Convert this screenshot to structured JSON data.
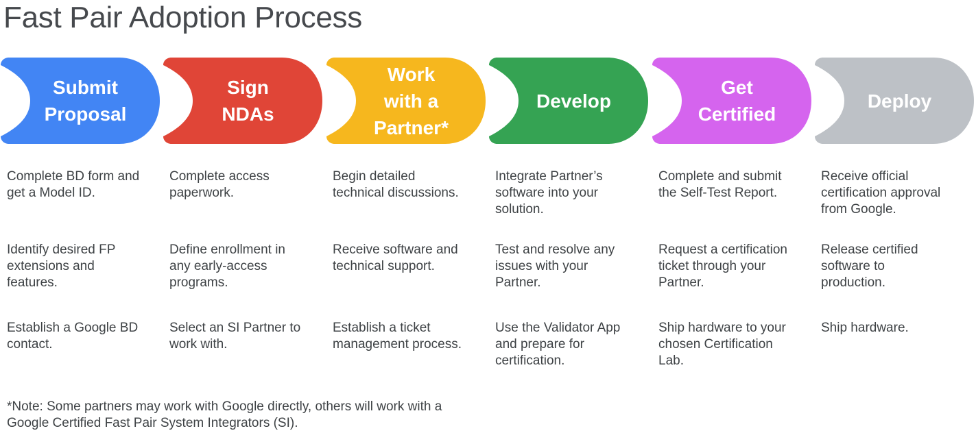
{
  "title": "Fast Pair Adoption Process",
  "colors": {
    "background": "#FFFFFF",
    "title_text": "#46494D",
    "body_text": "#3E4245",
    "pill_label_text": "#FFFFFF",
    "step_blue": "#4285F4",
    "step_red": "#E04537",
    "step_yellow": "#F6B71E",
    "step_green": "#35A353",
    "step_magenta": "#D564EE",
    "step_grey": "#BDC1C6"
  },
  "steps": [
    {
      "label": "Submit Proposal",
      "label_lines": [
        "Submit",
        "Proposal"
      ],
      "color": "#4285F4",
      "items": [
        [
          "Complete BD form and",
          "get a Model ID."
        ],
        [
          "Identify desired FP",
          "extensions and",
          "features."
        ],
        [
          "Establish a Google BD",
          "contact."
        ]
      ]
    },
    {
      "label": "Sign NDAs",
      "label_lines": [
        "Sign",
        "NDAs"
      ],
      "color": "#E04537",
      "items": [
        [
          "Complete access",
          "paperwork."
        ],
        [
          "Define enrollment in",
          "any early-access",
          "programs."
        ],
        [
          "Select an SI Partner to",
          "work with."
        ]
      ]
    },
    {
      "label": "Work with a Partner*",
      "label_lines": [
        "Work",
        "with a",
        "Partner*"
      ],
      "color": "#F6B71E",
      "items": [
        [
          "Begin detailed",
          "technical discussions."
        ],
        [
          "Receive software and",
          "technical support."
        ],
        [
          "Establish a ticket",
          "management process."
        ]
      ]
    },
    {
      "label": "Develop",
      "label_lines": [
        "Develop"
      ],
      "color": "#35A353",
      "items": [
        [
          "Integrate Partner’s",
          "software into your",
          "solution."
        ],
        [
          "Test and resolve any",
          "issues with your",
          "Partner."
        ],
        [
          "Use the Validator App",
          "and prepare for",
          "certification."
        ]
      ]
    },
    {
      "label": "Get Certified",
      "label_lines": [
        "Get",
        "Certified"
      ],
      "color": "#D564EE",
      "items": [
        [
          "Complete and submit",
          "the Self-Test Report."
        ],
        [
          "Request a certification",
          "ticket through your",
          "Partner."
        ],
        [
          "Ship hardware to your",
          "chosen Certification",
          "Lab."
        ]
      ]
    },
    {
      "label": "Deploy",
      "label_lines": [
        "Deploy"
      ],
      "color": "#BDC1C6",
      "items": [
        [
          "Receive official",
          "certification approval",
          "from Google."
        ],
        [
          "Release certified",
          "software to",
          "production."
        ],
        [
          "Ship hardware."
        ]
      ]
    }
  ],
  "footnote": "*Note: Some partners may work with Google directly, others will work with a Google Certified Fast Pair System Integrators (SI).",
  "footnote_lines": [
    "*Note: Some partners may work with Google directly, others will work with a",
    "Google Certified Fast Pair System Integrators (SI)."
  ]
}
